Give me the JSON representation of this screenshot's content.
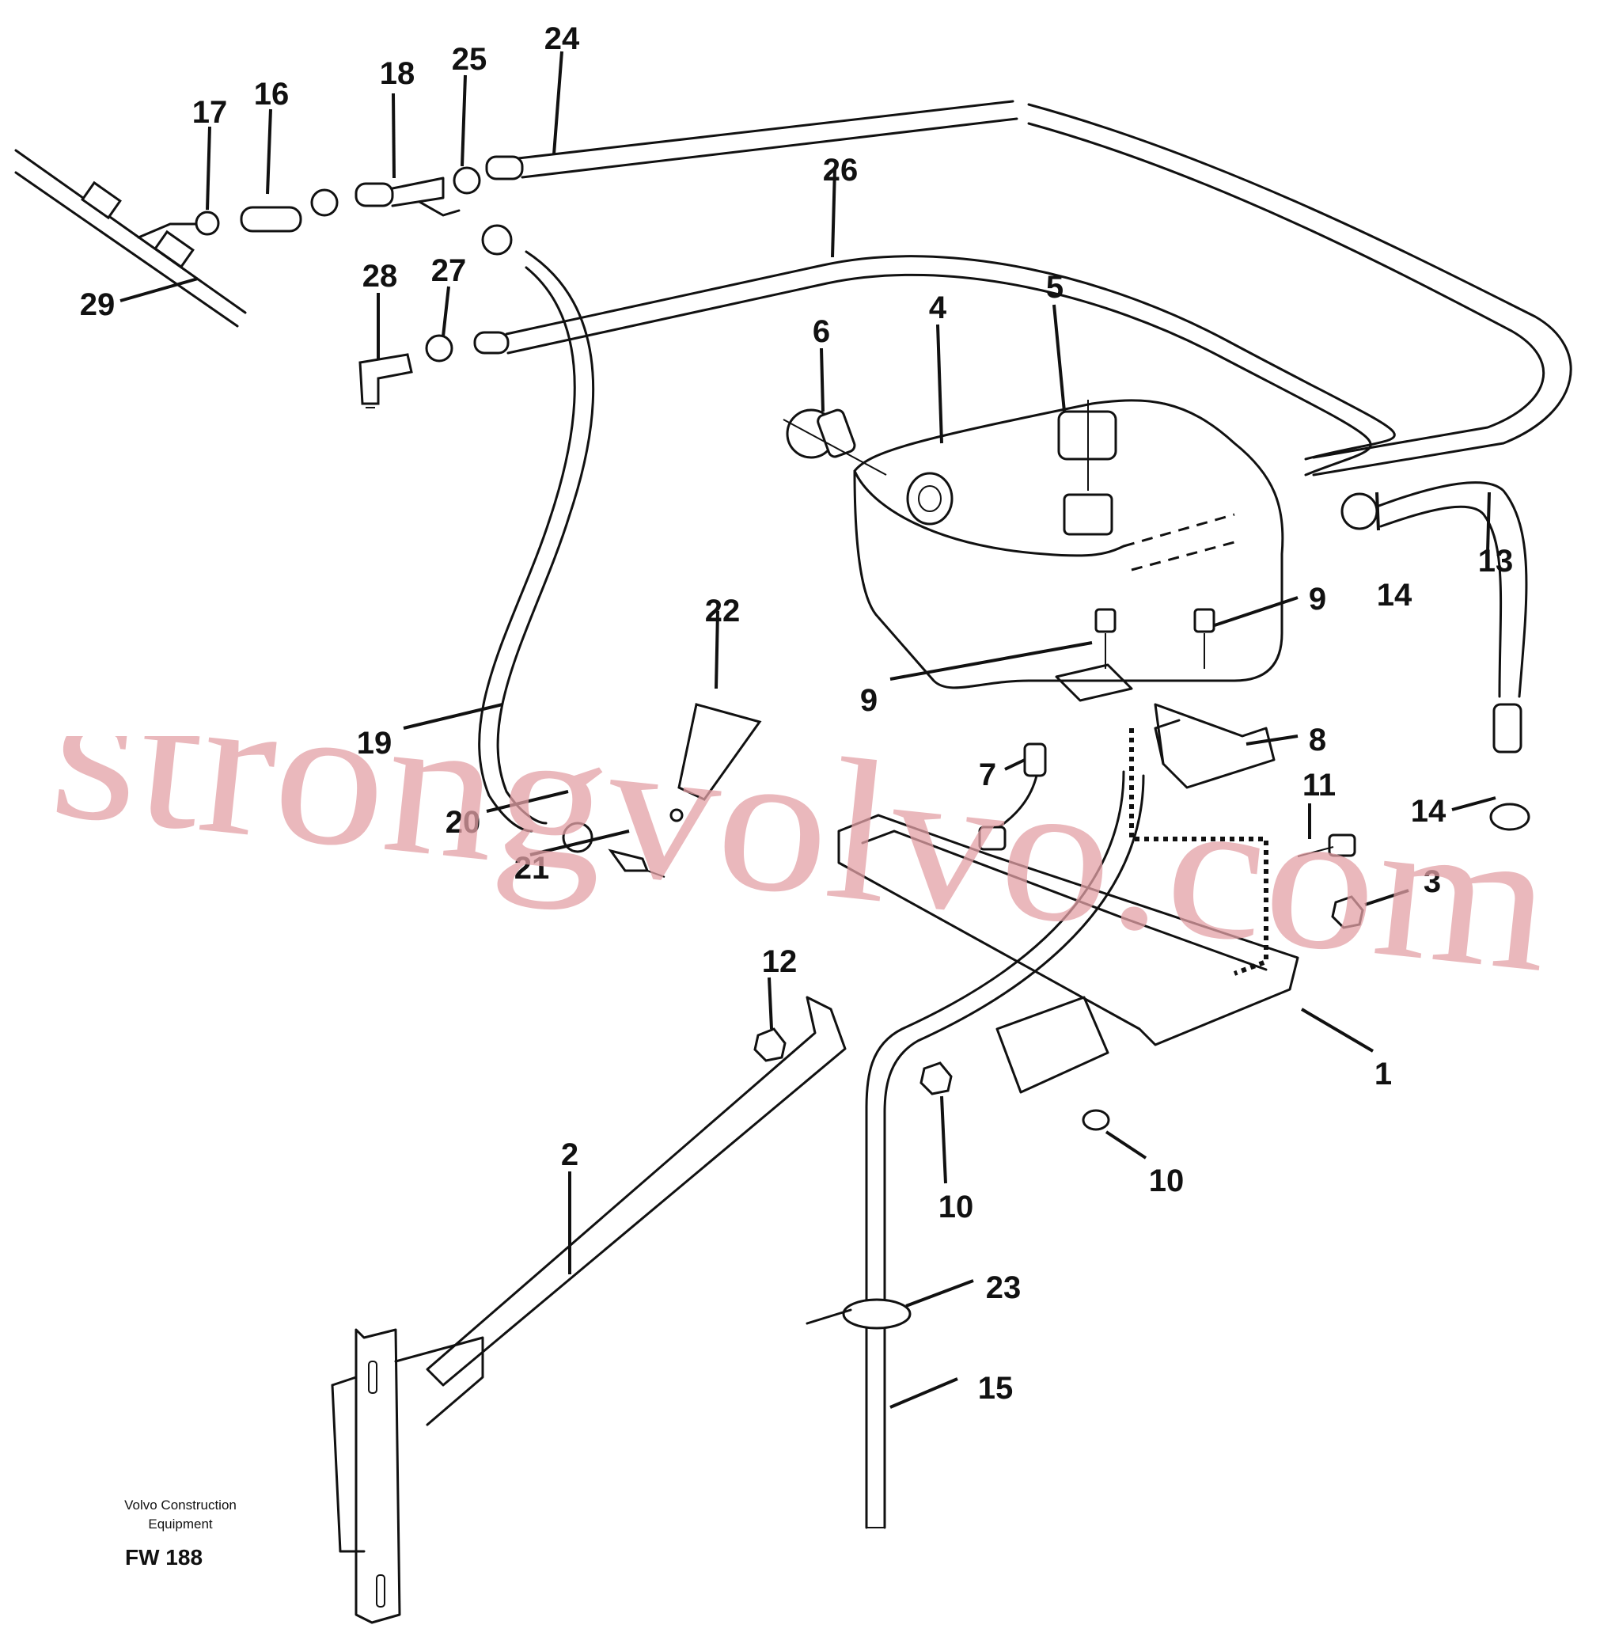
{
  "callouts": [
    {
      "id": "c1",
      "text": "1"
    },
    {
      "id": "c2",
      "text": "2"
    },
    {
      "id": "c3",
      "text": "3"
    },
    {
      "id": "c4",
      "text": "4"
    },
    {
      "id": "c5",
      "text": "5"
    },
    {
      "id": "c6",
      "text": "6"
    },
    {
      "id": "c7",
      "text": "7"
    },
    {
      "id": "c8",
      "text": "8"
    },
    {
      "id": "c9a",
      "text": "9"
    },
    {
      "id": "c9b",
      "text": "9"
    },
    {
      "id": "c10a",
      "text": "10"
    },
    {
      "id": "c10b",
      "text": "10"
    },
    {
      "id": "c11",
      "text": "11"
    },
    {
      "id": "c12",
      "text": "12"
    },
    {
      "id": "c13",
      "text": "13"
    },
    {
      "id": "c14a",
      "text": "14"
    },
    {
      "id": "c14b",
      "text": "14"
    },
    {
      "id": "c15",
      "text": "15"
    },
    {
      "id": "c16",
      "text": "16"
    },
    {
      "id": "c17",
      "text": "17"
    },
    {
      "id": "c18",
      "text": "18"
    },
    {
      "id": "c19",
      "text": "19"
    },
    {
      "id": "c20",
      "text": "20"
    },
    {
      "id": "c21",
      "text": "21"
    },
    {
      "id": "c22",
      "text": "22"
    },
    {
      "id": "c23",
      "text": "23"
    },
    {
      "id": "c24",
      "text": "24"
    },
    {
      "id": "c25",
      "text": "25"
    },
    {
      "id": "c26",
      "text": "26"
    },
    {
      "id": "c27",
      "text": "27"
    },
    {
      "id": "c28",
      "text": "28"
    },
    {
      "id": "c29",
      "text": "29"
    }
  ],
  "watermark": "strongvolvo.com",
  "credit": {
    "line1": "Volvo Construction",
    "line2": "Equipment",
    "code": "FW 188"
  }
}
